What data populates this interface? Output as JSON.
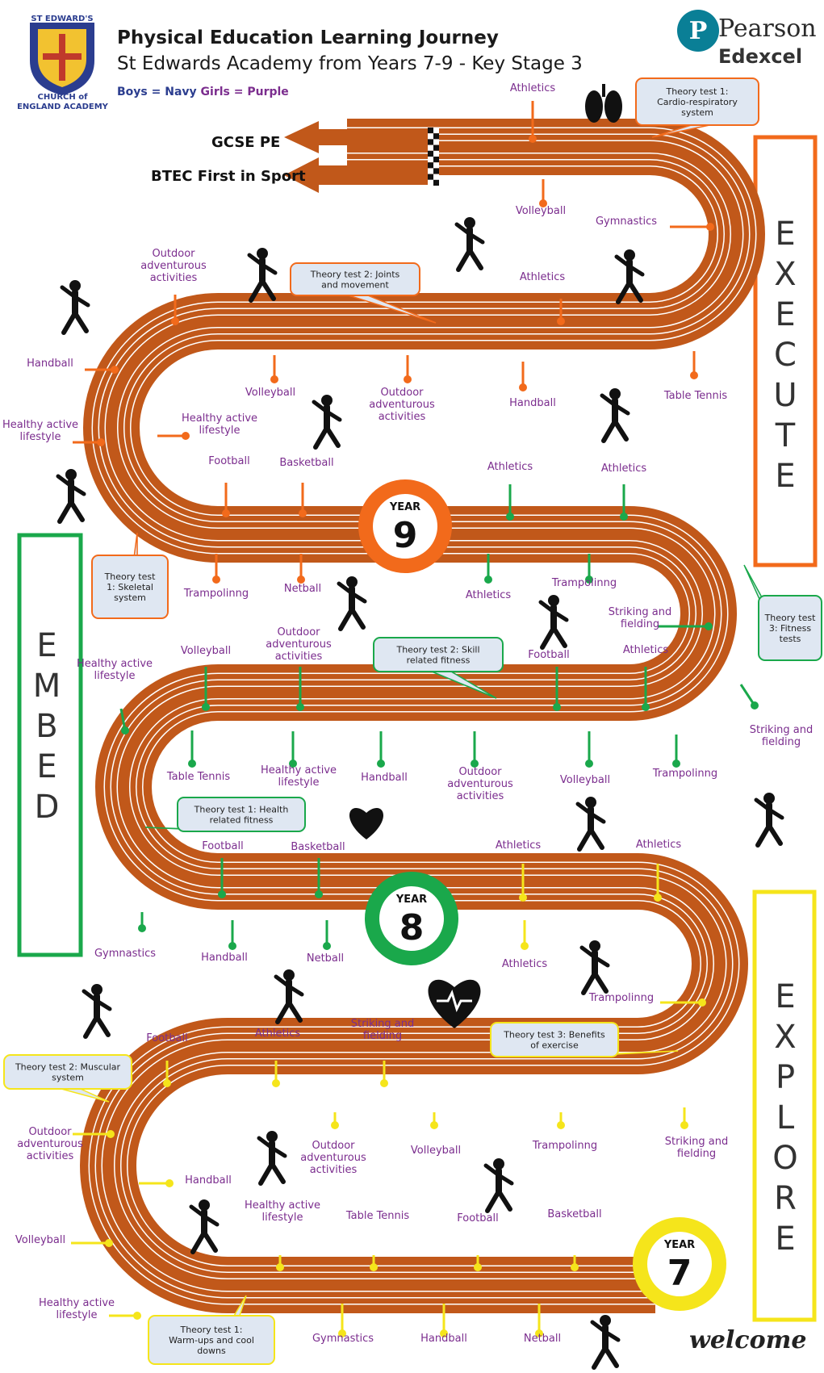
{
  "header": {
    "title": "Physical Education Learning Journey",
    "subtitle": "St Edwards Academy from Years 7-9 - Key Stage 3",
    "legend_boys": "Boys = Navy",
    "legend_girls": "Girls = Purple"
  },
  "school": {
    "crest_text": "ST EDWARD'S",
    "name": "CHURCH of ENGLAND ACADEMY"
  },
  "logo": {
    "name": "Pearson",
    "sub": "Edexcel"
  },
  "routes": {
    "gcse": "GCSE PE",
    "btec": "BTEC First in Sport"
  },
  "stages": {
    "execute": "EXECUTE",
    "embed": "EMBED",
    "explore": "EXPLORE"
  },
  "years": [
    {
      "label": "YEAR",
      "number": "9",
      "color": "#f26a1b"
    },
    {
      "label": "YEAR",
      "number": "8",
      "color": "#1aa84b"
    },
    {
      "label": "YEAR",
      "number": "7",
      "color": "#f5e51b"
    }
  ],
  "welcome": "welcome",
  "colors": {
    "track": "#c1581a",
    "year9": "#f26a1b",
    "year8": "#1aa84b",
    "year7": "#f5e51b",
    "label_text": "#7b2d8e",
    "callout_fill": "#dfe7f2"
  },
  "theory_tests": [
    {
      "text": "Theory test 1: Cardio-respiratory system",
      "stage": "execute"
    },
    {
      "text": "Theory test 2: Joints and movement",
      "stage": "execute"
    },
    {
      "text": "Theory test 1: Skeletal system",
      "stage": "execute"
    },
    {
      "text": "Theory test 3: Fitness tests",
      "stage": "embed"
    },
    {
      "text": "Theory test 2: Skill related fitness",
      "stage": "embed"
    },
    {
      "text": "Theory test 1: Health related fitness",
      "stage": "embed"
    },
    {
      "text": "Theory test 3: Benefits of exercise",
      "stage": "explore"
    },
    {
      "text": "Theory test 2: Muscular system",
      "stage": "explore"
    },
    {
      "text": "Theory test 1: Warm-ups and cool downs",
      "stage": "explore"
    }
  ],
  "activities": [
    {
      "text": "Athletics",
      "stage": "execute"
    },
    {
      "text": "Volleyball",
      "stage": "execute"
    },
    {
      "text": "Gymnastics",
      "stage": "execute"
    },
    {
      "text": "Athletics",
      "stage": "execute"
    },
    {
      "text": "Outdoor adventurous activities",
      "stage": "execute"
    },
    {
      "text": "Handball",
      "stage": "execute"
    },
    {
      "text": "Volleyball",
      "stage": "execute"
    },
    {
      "text": "Outdoor adventurous activities",
      "stage": "execute"
    },
    {
      "text": "Handball",
      "stage": "execute"
    },
    {
      "text": "Table Tennis",
      "stage": "execute"
    },
    {
      "text": "Healthy active lifestyle",
      "stage": "execute"
    },
    {
      "text": "Healthy active lifestyle",
      "stage": "execute"
    },
    {
      "text": "Football",
      "stage": "execute"
    },
    {
      "text": "Basketball",
      "stage": "execute"
    },
    {
      "text": "Trampolinng",
      "stage": "execute"
    },
    {
      "text": "Netball",
      "stage": "execute"
    },
    {
      "text": "Athletics",
      "stage": "embed"
    },
    {
      "text": "Athletics",
      "stage": "embed"
    },
    {
      "text": "Athletics",
      "stage": "embed"
    },
    {
      "text": "Trampolinng",
      "stage": "embed"
    },
    {
      "text": "Striking and fielding",
      "stage": "embed"
    },
    {
      "text": "Football",
      "stage": "embed"
    },
    {
      "text": "Athletics",
      "stage": "embed"
    },
    {
      "text": "Striking and fielding",
      "stage": "embed"
    },
    {
      "text": "Volleyball",
      "stage": "embed"
    },
    {
      "text": "Outdoor adventurous activities",
      "stage": "embed"
    },
    {
      "text": "Healthy active lifestyle",
      "stage": "embed"
    },
    {
      "text": "Table Tennis",
      "stage": "embed"
    },
    {
      "text": "Healthy active lifestyle",
      "stage": "embed"
    },
    {
      "text": "Handball",
      "stage": "embed"
    },
    {
      "text": "Outdoor adventurous activities",
      "stage": "embed"
    },
    {
      "text": "Volleyball",
      "stage": "embed"
    },
    {
      "text": "Trampolinng",
      "stage": "embed"
    },
    {
      "text": "Football",
      "stage": "embed"
    },
    {
      "text": "Basketball",
      "stage": "embed"
    },
    {
      "text": "Gymnastics",
      "stage": "embed"
    },
    {
      "text": "Handball",
      "stage": "embed"
    },
    {
      "text": "Netball",
      "stage": "embed"
    },
    {
      "text": "Athletics",
      "stage": "explore"
    },
    {
      "text": "Athletics",
      "stage": "explore"
    },
    {
      "text": "Athletics",
      "stage": "explore"
    },
    {
      "text": "Trampolinng",
      "stage": "explore"
    },
    {
      "text": "Football",
      "stage": "explore"
    },
    {
      "text": "Athletics",
      "stage": "explore"
    },
    {
      "text": "Striking and fielding",
      "stage": "explore"
    },
    {
      "text": "Outdoor adventurous activities",
      "stage": "explore"
    },
    {
      "text": "Outdoor adventurous activities",
      "stage": "explore"
    },
    {
      "text": "Volleyball",
      "stage": "explore"
    },
    {
      "text": "Trampolinng",
      "stage": "explore"
    },
    {
      "text": "Striking and fielding",
      "stage": "explore"
    },
    {
      "text": "Handball",
      "stage": "explore"
    },
    {
      "text": "Volleyball",
      "stage": "explore"
    },
    {
      "text": "Healthy active lifestyle",
      "stage": "explore"
    },
    {
      "text": "Table Tennis",
      "stage": "explore"
    },
    {
      "text": "Football",
      "stage": "explore"
    },
    {
      "text": "Basketball",
      "stage": "explore"
    },
    {
      "text": "Healthy active lifestyle",
      "stage": "explore"
    },
    {
      "text": "Gymnastics",
      "stage": "explore"
    },
    {
      "text": "Handball",
      "stage": "explore"
    },
    {
      "text": "Netball",
      "stage": "explore"
    }
  ],
  "icons": [
    "lungs-icon",
    "volleyball-player-icon",
    "gymnast-icon",
    "knee-joint-icon",
    "human-pyramid-icon",
    "lunge-exercise-icon",
    "table-tennis-player-icon",
    "skeleton-icon",
    "yoga-pose-icon",
    "footballer-icon",
    "heart-icon",
    "sprinter-icon",
    "cricket-batter-icon",
    "bodybuilder-icon",
    "javelin-thrower-icon",
    "heartbeat-icon",
    "trampolinist-icon",
    "handball-player-icon",
    "basketball-player-icon",
    "stretching-icon",
    "netball-players-icon",
    "pearson-logo-icon",
    "school-crest-icon",
    "finish-flag-icon"
  ]
}
